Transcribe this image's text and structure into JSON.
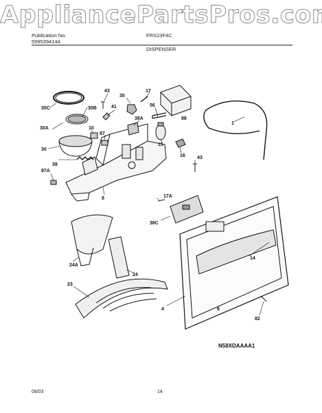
{
  "watermark": "AppliancePartsPros.com",
  "header": {
    "publication_label": "Publication No.",
    "publication_number": "5995394144",
    "model": "FRS23F4C",
    "section": "DISPENSER"
  },
  "parts": {
    "p30C": "30C",
    "p43a": "43",
    "p35": "35",
    "p17": "17",
    "p30B": "30B",
    "p41": "41",
    "p56": "56",
    "p30A": "30A",
    "p10": "10",
    "p38A": "38A",
    "p88": "88",
    "p1": "1",
    "p87": "87",
    "p15": "15",
    "p30": "30",
    "p16": "16",
    "p39": "39",
    "p43b": "43",
    "p87A": "87A",
    "p8": "8",
    "p17A": "17A",
    "p38C": "38C",
    "p14": "14",
    "p24A": "24A",
    "p24": "24",
    "p23": "23",
    "p4": "4",
    "p6": "6",
    "p82": "82"
  },
  "diagram_code": "N58XDAAAA1",
  "footer": {
    "date": "08/03",
    "page": "14"
  }
}
